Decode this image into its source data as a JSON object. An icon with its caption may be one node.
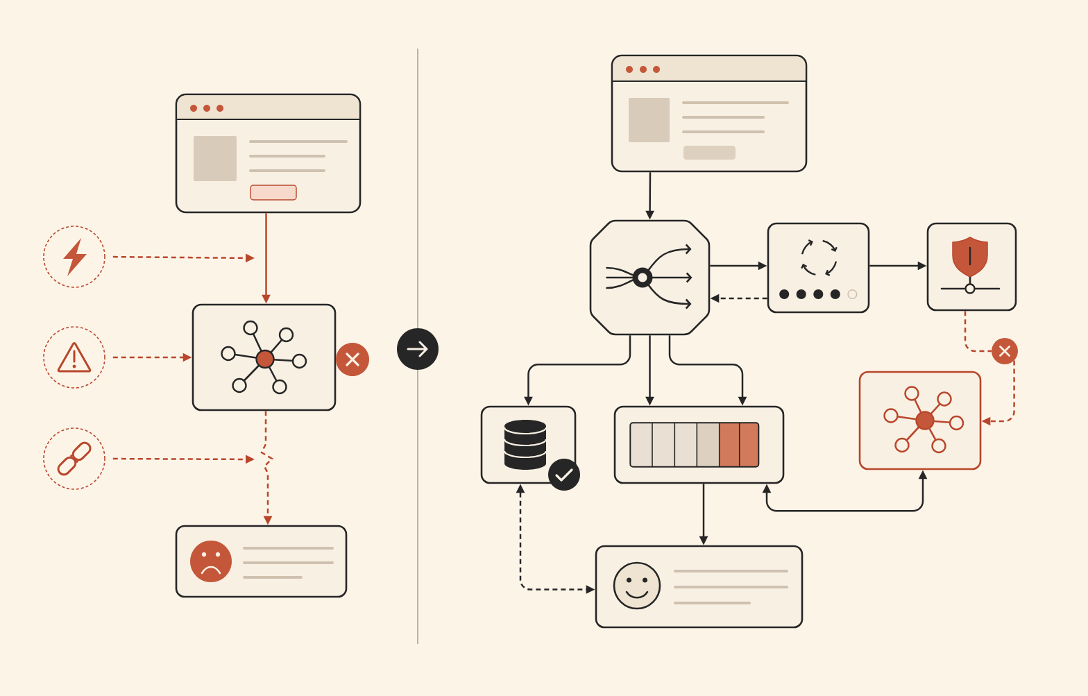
{
  "diagram": {
    "nodes": [
      {
        "text": [],
        "shape": "picture"
      },
      {
        "text": [],
        "shape": "circle"
      },
      {
        "text": [],
        "shape": "circle"
      },
      {
        "text": [],
        "shape": "box"
      },
      {
        "text": [],
        "shape": "circle"
      },
      {
        "text": [],
        "shape": "box"
      },
      {
        "text": [],
        "shape": "picture"
      },
      {
        "text": [],
        "shape": "octagon"
      },
      {
        "text": [],
        "shape": "box"
      },
      {
        "text": [],
        "shape": "box"
      },
      {
        "text": [],
        "shape": "circle"
      },
      {
        "text": [],
        "shape": "box"
      },
      {
        "text": [],
        "shape": "box"
      },
      {
        "text": [],
        "shape": "box"
      },
      {
        "text": [],
        "shape": "box"
      }
    ],
    "edges": [
      {
        "from": 0,
        "to": 3,
        "arrow": "to",
        "color": "#b8472b"
      },
      {
        "from": 1,
        "to": null,
        "arrow": "to",
        "style": "dashed",
        "color": "#b8472b"
      },
      {
        "from": 2,
        "to": 3,
        "arrow": "to",
        "style": "dashed",
        "color": "#b8472b"
      },
      {
        "from": 4,
        "to": null,
        "arrow": "to",
        "style": "dashed",
        "color": "#b8472b"
      },
      {
        "from": 3,
        "to": 5,
        "arrow": "to",
        "style": "dashed",
        "color": "#b8472b"
      },
      {
        "from": 6,
        "to": 7,
        "arrow": "to"
      },
      {
        "from": 7,
        "to": 8,
        "arrow": "to"
      },
      {
        "from": 8,
        "to": 7,
        "arrow": "to",
        "style": "dashed"
      },
      {
        "from": 8,
        "to": 9,
        "arrow": "to"
      },
      {
        "from": 9,
        "to": 10,
        "arrow": "none",
        "style": "dashed",
        "color": "#b8472b"
      },
      {
        "from": 10,
        "to": 13,
        "arrow": "to",
        "style": "dashed",
        "color": "#b8472b"
      },
      {
        "from": 7,
        "to": 11,
        "arrow": "to"
      },
      {
        "from": 7,
        "to": 12,
        "arrow": "to"
      },
      {
        "from": 7,
        "to": 12,
        "arrow": "to"
      },
      {
        "from": 12,
        "to": 14,
        "arrow": "to"
      },
      {
        "from": 12,
        "to": 13,
        "arrow": "both"
      },
      {
        "from": 11,
        "to": 14,
        "arrow": "both",
        "style": "dashed"
      }
    ]
  }
}
